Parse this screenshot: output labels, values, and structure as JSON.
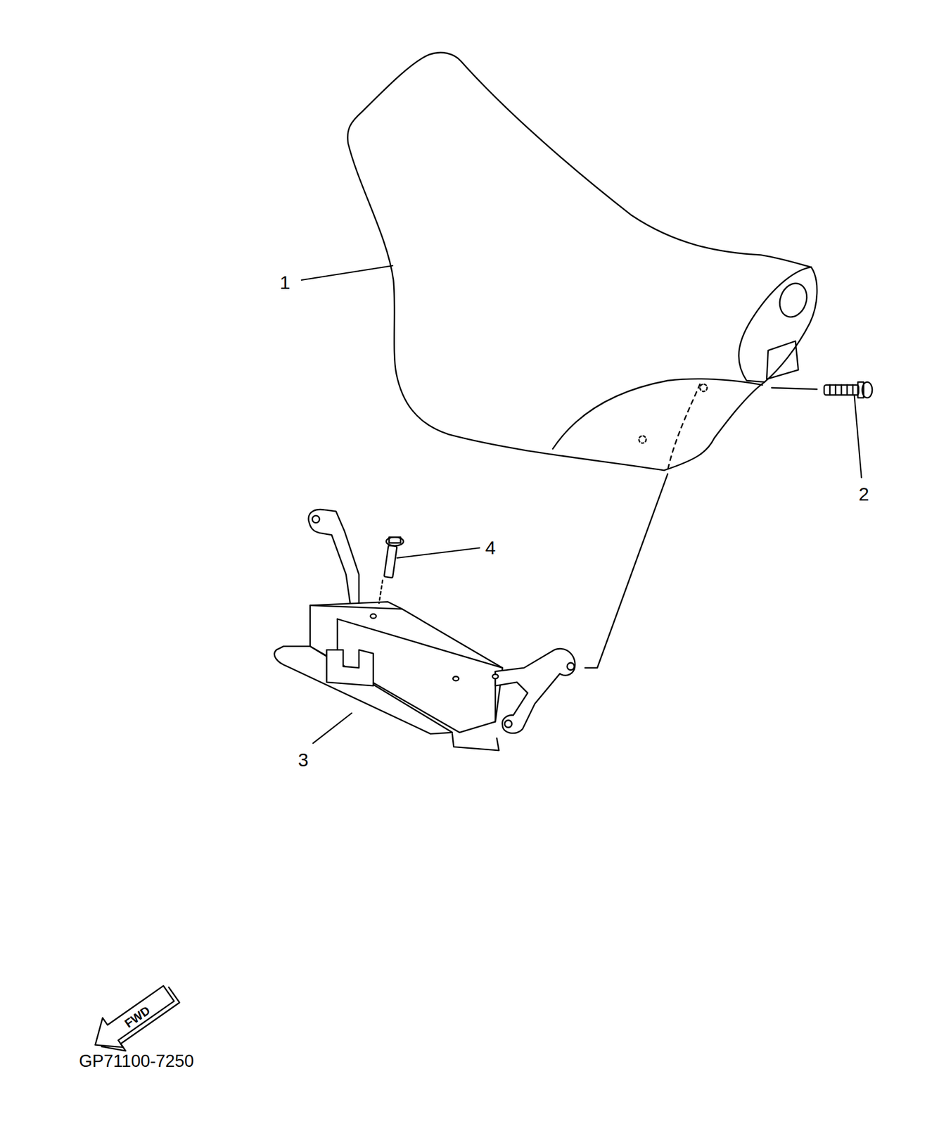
{
  "diagram": {
    "labels": [
      "1",
      "2",
      "3",
      "4",
      "FWD",
      "GP71100-7250"
    ]
  }
}
